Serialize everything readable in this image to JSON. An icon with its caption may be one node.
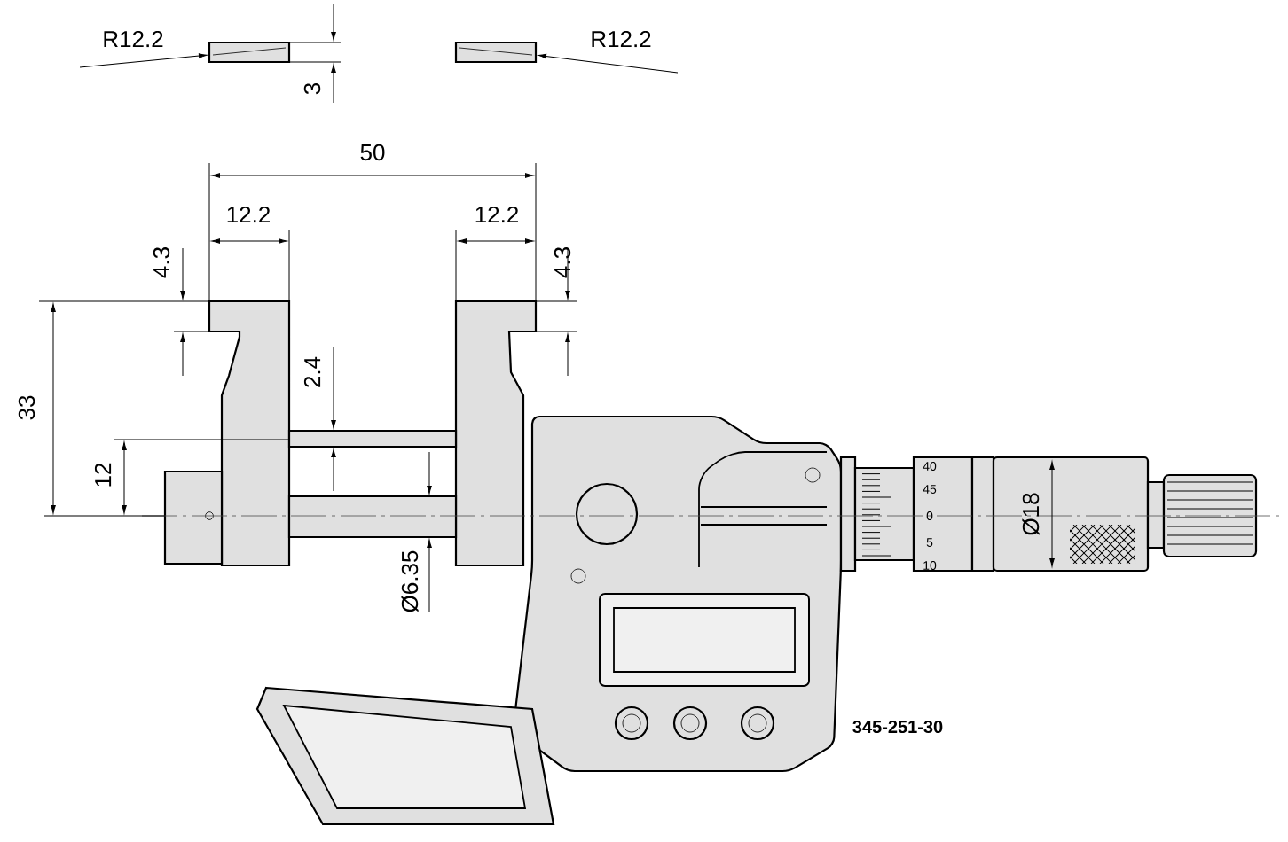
{
  "diagram": {
    "labels": [
      "R12.2",
      "3",
      "R12.2",
      "50",
      "12.2",
      "12.2",
      "4.3",
      "4.3",
      "33",
      "2.4",
      "12",
      "Ø6.35",
      "Ø18",
      "40",
      "45",
      "0",
      "5",
      "10",
      "345-251-30"
    ]
  }
}
